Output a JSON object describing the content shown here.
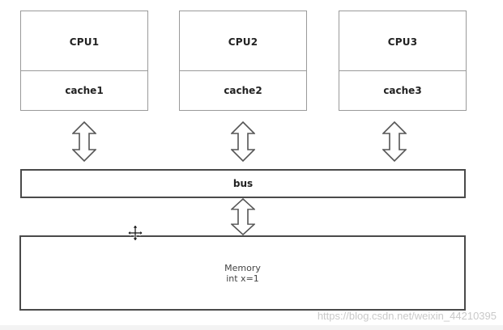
{
  "cpus": [
    {
      "name": "CPU1",
      "cache": "cache1"
    },
    {
      "name": "CPU2",
      "cache": "cache2"
    },
    {
      "name": "CPU3",
      "cache": "cache3"
    }
  ],
  "bus": {
    "label": "bus"
  },
  "memory": {
    "title": "Memory",
    "content": "int x=1"
  },
  "watermark": "https://blog.csdn.net/weixin_44210395",
  "colors": {
    "border_light": "#9a9a9a",
    "border_dark": "#4a4a4a",
    "arrow": "#555555"
  }
}
